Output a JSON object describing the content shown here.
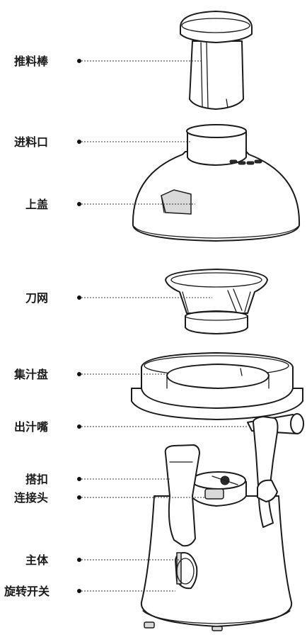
{
  "diagram": {
    "labels": [
      {
        "id": "pusher",
        "text": "推料棒"
      },
      {
        "id": "feed-chute",
        "text": "进料口"
      },
      {
        "id": "top-cover",
        "text": "上盖"
      },
      {
        "id": "filter-basket",
        "text": "刀网"
      },
      {
        "id": "juice-collector",
        "text": "集汁盘"
      },
      {
        "id": "juice-spout",
        "text": "出汁嘴"
      },
      {
        "id": "clip",
        "text": "搭扣"
      },
      {
        "id": "connector",
        "text": "连接头"
      },
      {
        "id": "main-body",
        "text": "主体"
      },
      {
        "id": "rotary-switch",
        "text": "旋转开关"
      }
    ]
  }
}
